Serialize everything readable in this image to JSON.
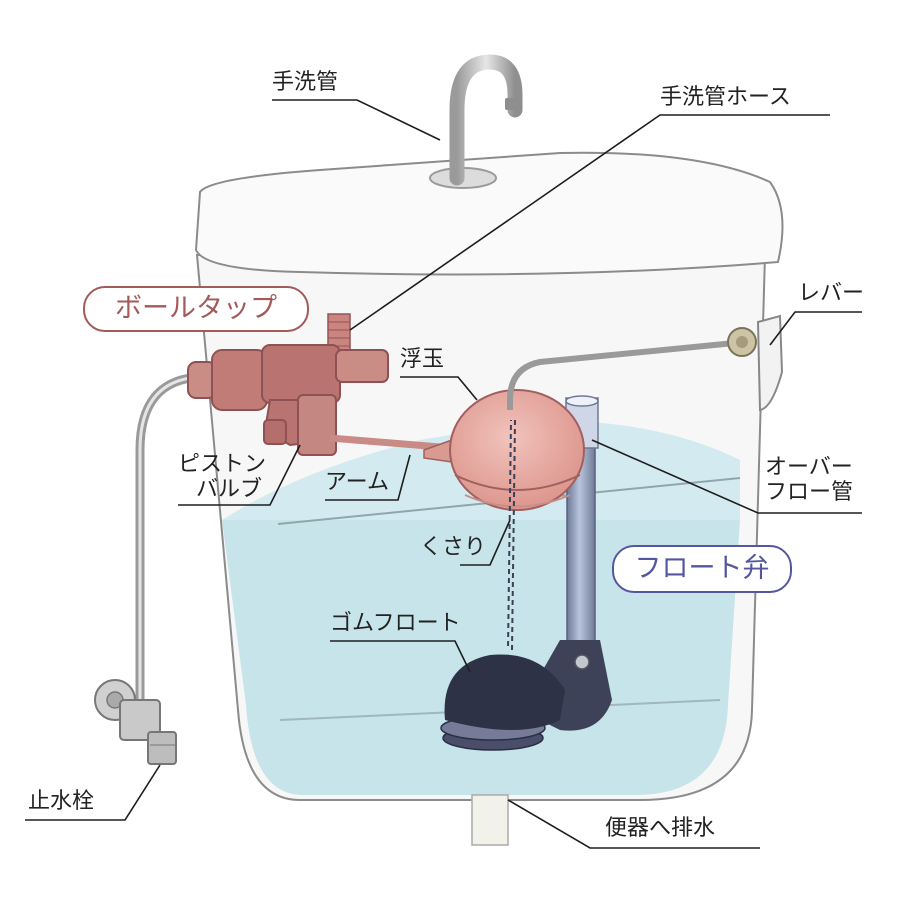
{
  "labels": {
    "faucet": "手洗管",
    "faucet_hose": "手洗管ホース",
    "ball_tap": "ボールタップ",
    "float_ball": "浮玉",
    "lever": "レバー",
    "piston_valve": [
      "ピストン",
      "バルブ"
    ],
    "arm": "アーム",
    "overflow_pipe": [
      "オーバー",
      "フロー管"
    ],
    "chain": "くさり",
    "flush_valve": "フロート弁",
    "rubber_float": "ゴムフロート",
    "stop_valve": "止水栓",
    "drain": "便器へ排水"
  },
  "colors": {
    "ball_tap_accent": "#a4595a",
    "flush_valve_accent": "#5457a0",
    "water": "#c6e4ea",
    "float_ball": "#e3a7a0",
    "rubber_float": "#2d3246"
  }
}
